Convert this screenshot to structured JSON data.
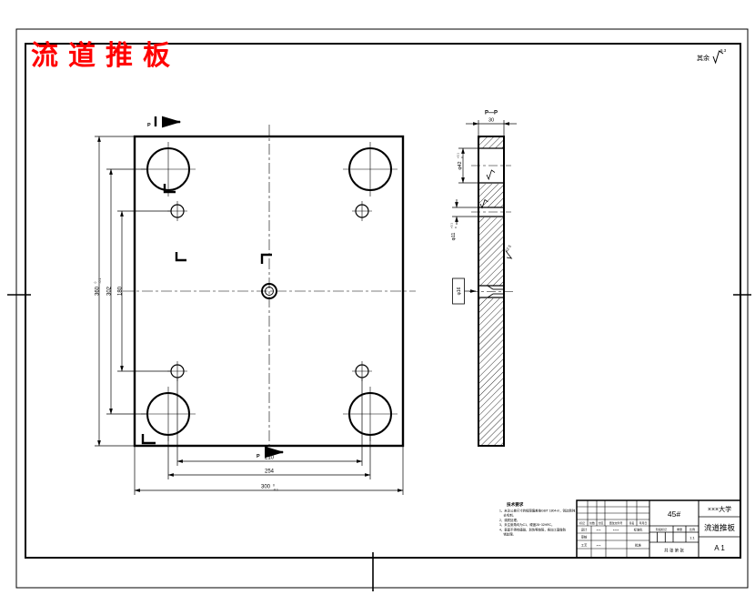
{
  "title": "流道推板",
  "finish": {
    "prefix": "其余",
    "value": "6.3"
  },
  "front": {
    "dim_210": "210",
    "dim_254": "254",
    "dim_300": "300",
    "dim_300_tol_up": "0",
    "dim_300_tol_dn": "-0.1",
    "dim_180": "180",
    "dim_302": "302",
    "dim_360": "360",
    "dim_360_tol_up": "0",
    "dim_360_tol_dn": "-0.1",
    "section_letter": "P"
  },
  "section": {
    "label": "P—P",
    "dim_30": "30",
    "d42": "φ42",
    "d42_tol_up": "+0.1",
    "d42_tol_dn": "0",
    "d11": "φ11",
    "d11_tol_up": "+0.1",
    "d11_tol_dn": "0",
    "d16": "φ16",
    "roughness": "12.5"
  },
  "notes": {
    "header": "技术要求",
    "line1": "1、未注公差尺寸的极限偏差按GB/T 1804-m，锐边倒钝",
    "line2": "　 去毛刺。",
    "line3": "2、调质处理。",
    "line4": "3、未注倒角均为C1，硬度28~32HRC。",
    "line5": "4、表面不得有磕碰、划伤等缺陷，各加工面做防",
    "line6": "　 锈处理。"
  },
  "tblock": {
    "school": "×××大学",
    "part": "流道推板",
    "code": "A 1",
    "material": "45#",
    "h_biaoji": "标记",
    "h_chushu": "处数",
    "h_fenqu": "分区",
    "h_genggai": "更改文件号",
    "h_qianming": "签名",
    "h_nianyueri": "年月日",
    "design": "设计",
    "standard": "标准化",
    "check": "审核",
    "process": "工艺",
    "approve": "批准",
    "stage": "阶段标记",
    "weight": "重量",
    "scale": "比例",
    "scale_value": "1:1",
    "sheets": "共 张 第 张",
    "sign1": "×××",
    "sign2": "××××"
  }
}
